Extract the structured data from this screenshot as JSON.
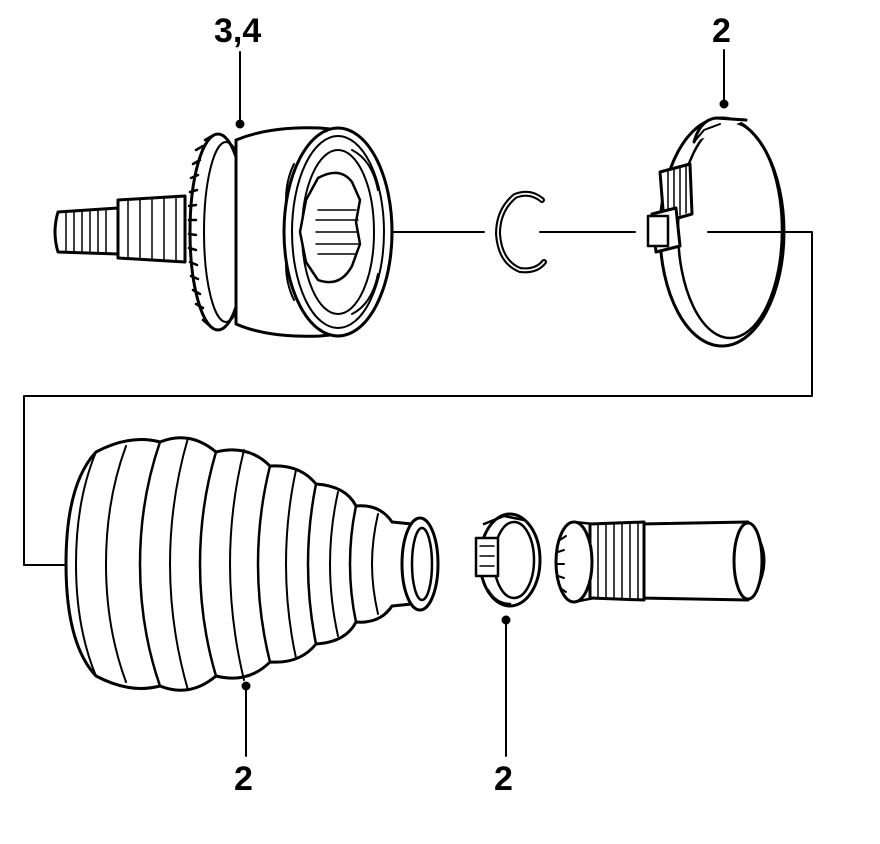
{
  "callouts": {
    "cv_joint": "3,4",
    "large_clamp": "2",
    "boot": "2",
    "small_clamp": "2"
  },
  "colors": {
    "ink": "#000000",
    "paper": "#ffffff"
  }
}
